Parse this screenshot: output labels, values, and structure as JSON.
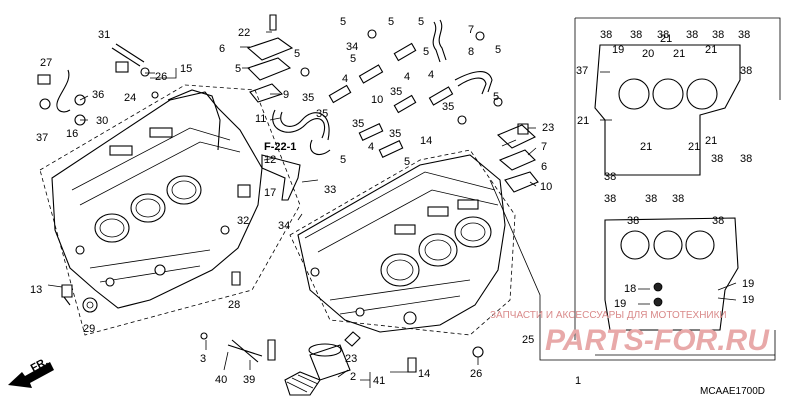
{
  "diagram": {
    "section_ref": "F-22-1",
    "drawing_code": "MCAAE1700D",
    "front_label": "FR.",
    "watermark_line": "ЗАПЧАСТИ И АКСЕССУАРЫ ДЛЯ МОТОТЕХНИКИ",
    "watermark_logo": "PARTS-FOR.RU"
  },
  "callouts": [
    {
      "id": "c1",
      "text": "1"
    },
    {
      "id": "c2",
      "text": "2"
    },
    {
      "id": "c3",
      "text": "3"
    },
    {
      "id": "c4a",
      "text": "4"
    },
    {
      "id": "c4b",
      "text": "4"
    },
    {
      "id": "c4c",
      "text": "4"
    },
    {
      "id": "c4d",
      "text": "4"
    },
    {
      "id": "c5a",
      "text": "5"
    },
    {
      "id": "c5b",
      "text": "5"
    },
    {
      "id": "c5c",
      "text": "5"
    },
    {
      "id": "c5d",
      "text": "5"
    },
    {
      "id": "c5e",
      "text": "5"
    },
    {
      "id": "c5f",
      "text": "5"
    },
    {
      "id": "c5g",
      "text": "5"
    },
    {
      "id": "c5h",
      "text": "5"
    },
    {
      "id": "c5i",
      "text": "5"
    },
    {
      "id": "c5j",
      "text": "5"
    },
    {
      "id": "c5k",
      "text": "5"
    },
    {
      "id": "c6a",
      "text": "6"
    },
    {
      "id": "c6b",
      "text": "6"
    },
    {
      "id": "c7a",
      "text": "7"
    },
    {
      "id": "c7b",
      "text": "7"
    },
    {
      "id": "c8",
      "text": "8"
    },
    {
      "id": "c9",
      "text": "9"
    },
    {
      "id": "c10a",
      "text": "10"
    },
    {
      "id": "c10b",
      "text": "10"
    },
    {
      "id": "c11",
      "text": "11"
    },
    {
      "id": "c12",
      "text": "12"
    },
    {
      "id": "c13",
      "text": "13"
    },
    {
      "id": "c14a",
      "text": "14"
    },
    {
      "id": "c14b",
      "text": "14"
    },
    {
      "id": "c15",
      "text": "15"
    },
    {
      "id": "c16",
      "text": "16"
    },
    {
      "id": "c17",
      "text": "17"
    },
    {
      "id": "c18",
      "text": "18"
    },
    {
      "id": "c19a",
      "text": "19"
    },
    {
      "id": "c19b",
      "text": "19"
    },
    {
      "id": "c19c",
      "text": "19"
    },
    {
      "id": "c19d",
      "text": "19"
    },
    {
      "id": "c20",
      "text": "20"
    },
    {
      "id": "c21a",
      "text": "21"
    },
    {
      "id": "c21b",
      "text": "21"
    },
    {
      "id": "c21c",
      "text": "21"
    },
    {
      "id": "c21d",
      "text": "21"
    },
    {
      "id": "c21e",
      "text": "21"
    },
    {
      "id": "c21f",
      "text": "21"
    },
    {
      "id": "c21g",
      "text": "21"
    },
    {
      "id": "c22",
      "text": "22"
    },
    {
      "id": "c23a",
      "text": "23"
    },
    {
      "id": "c23b",
      "text": "23"
    },
    {
      "id": "c24",
      "text": "24"
    },
    {
      "id": "c25",
      "text": "25"
    },
    {
      "id": "c26a",
      "text": "26"
    },
    {
      "id": "c26b",
      "text": "26"
    },
    {
      "id": "c27",
      "text": "27"
    },
    {
      "id": "c28",
      "text": "28"
    },
    {
      "id": "c29",
      "text": "29"
    },
    {
      "id": "c30",
      "text": "30"
    },
    {
      "id": "c31",
      "text": "31"
    },
    {
      "id": "c32",
      "text": "32"
    },
    {
      "id": "c33",
      "text": "33"
    },
    {
      "id": "c34a",
      "text": "34"
    },
    {
      "id": "c34b",
      "text": "34"
    },
    {
      "id": "c35a",
      "text": "35"
    },
    {
      "id": "c35b",
      "text": "35"
    },
    {
      "id": "c35c",
      "text": "35"
    },
    {
      "id": "c35d",
      "text": "35"
    },
    {
      "id": "c35e",
      "text": "35"
    },
    {
      "id": "c35f",
      "text": "35"
    },
    {
      "id": "c36",
      "text": "36"
    },
    {
      "id": "c37a",
      "text": "37"
    },
    {
      "id": "c37b",
      "text": "37"
    },
    {
      "id": "c38a",
      "text": "38"
    },
    {
      "id": "c38b",
      "text": "38"
    },
    {
      "id": "c38c",
      "text": "38"
    },
    {
      "id": "c38d",
      "text": "38"
    },
    {
      "id": "c38e",
      "text": "38"
    },
    {
      "id": "c38f",
      "text": "38"
    },
    {
      "id": "c38g",
      "text": "38"
    },
    {
      "id": "c38h",
      "text": "38"
    },
    {
      "id": "c38i",
      "text": "38"
    },
    {
      "id": "c38j",
      "text": "38"
    },
    {
      "id": "c38k",
      "text": "38"
    },
    {
      "id": "c38l",
      "text": "38"
    },
    {
      "id": "c38m",
      "text": "38"
    },
    {
      "id": "c38n",
      "text": "38"
    },
    {
      "id": "c38o",
      "text": "38"
    },
    {
      "id": "c39",
      "text": "39"
    },
    {
      "id": "c40",
      "text": "40"
    },
    {
      "id": "c41",
      "text": "41"
    }
  ]
}
